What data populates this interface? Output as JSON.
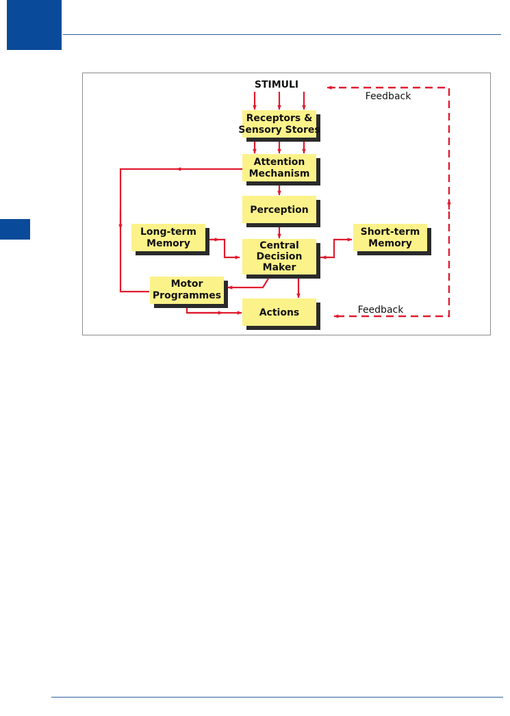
{
  "colors": {
    "header_blue": "#0a4a9a",
    "rule_blue": "#2b5f9e",
    "box_fill": "#fcf28a",
    "box_shadow": "#2a2a2a",
    "arrow_red": "#e0192d"
  },
  "diagram": {
    "stimuli_label": "STIMULI",
    "feedback_top": "Feedback",
    "feedback_bottom": "Feedback",
    "boxes": {
      "receptors": [
        "Receptors &",
        "Sensory Stores"
      ],
      "attention": [
        "Attention",
        "Mechanism"
      ],
      "perception": [
        "Perception"
      ],
      "long_term": [
        "Long-term",
        "Memory"
      ],
      "short_term": [
        "Short-term",
        "Memory"
      ],
      "central": [
        "Central",
        "Decision",
        "Maker"
      ],
      "motor": [
        "Motor",
        "Programmes"
      ],
      "actions": [
        "Actions"
      ]
    }
  }
}
